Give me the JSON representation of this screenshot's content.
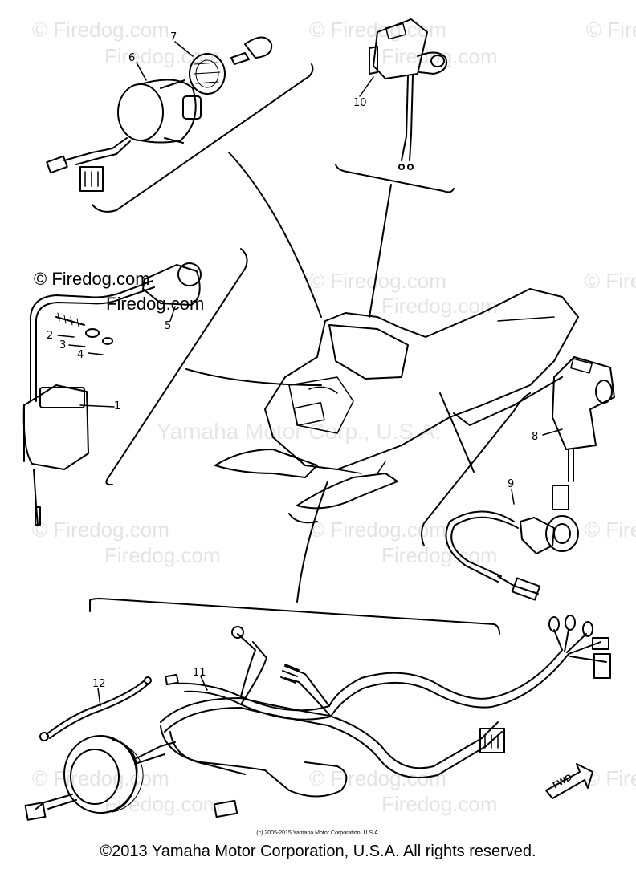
{
  "watermarks": {
    "firedog": "© Firedog.com",
    "firedog_plain": "Firedog.com",
    "yamaha": "Yamaha Motor Corp., U.S.A."
  },
  "callouts": [
    "1",
    "2",
    "3",
    "4",
    "5",
    "6",
    "7",
    "8",
    "9",
    "10",
    "11",
    "12"
  ],
  "fwd_label": "FWD",
  "small_copyright": "(c) 2005-2015 Yamaha Motor Corporation, U.S.A.",
  "footer": "©2013 Yamaha Motor Corporation, U.S.A. All rights reserved."
}
